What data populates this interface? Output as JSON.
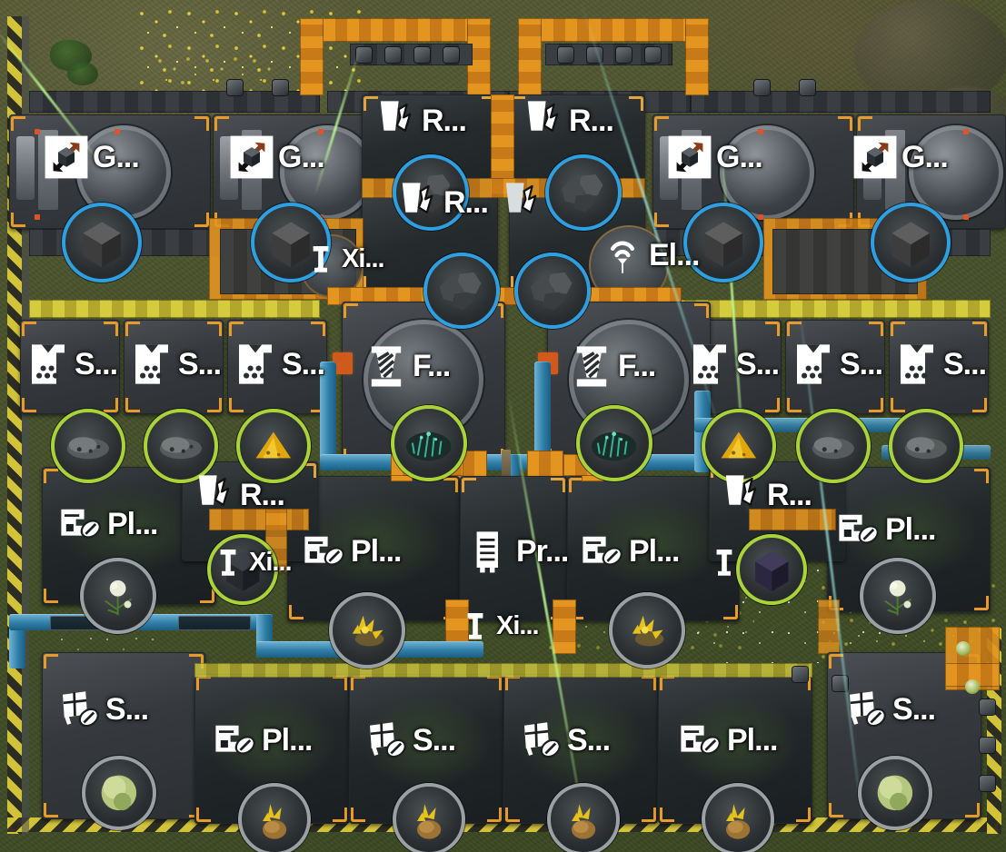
{
  "scene": {
    "title": "Factorio factory base view",
    "view_mode": "alt-mode entity info overlay",
    "surface": "grassland with yellow flowers and rocky patches"
  },
  "palette": {
    "belt_orange": "#e4951f",
    "belt_yellow": "#d4cb3d",
    "pipe_blue": "#2f7fa8",
    "laser_green": "#bcff96",
    "item_circle_blue": "#2e9fe0",
    "item_circle_lime": "#a9d338",
    "item_circle_grey": "#9aa0a4",
    "machine_accent": "#e79b2a",
    "hazard_yellow": "#d9c93a",
    "terrain_green": "#4d5530",
    "label_white": "#ffffff"
  },
  "entities": [
    {
      "id": "gun-turret-1",
      "icon": "gather-arrows-cube-icon",
      "label": "G...",
      "item": "stone-block",
      "item_ring": "blue"
    },
    {
      "id": "gun-turret-2",
      "icon": "gather-arrows-cube-icon",
      "label": "G...",
      "item": "stone-block",
      "item_ring": "blue"
    },
    {
      "id": "gun-turret-3",
      "icon": "gather-arrows-cube-icon",
      "label": "G...",
      "item": "stone-block",
      "item_ring": "blue"
    },
    {
      "id": "gun-turret-4",
      "icon": "gather-arrows-cube-icon",
      "label": "G...",
      "item": "stone-block",
      "item_ring": "blue"
    },
    {
      "id": "recycler-1",
      "icon": "inserter-hand-icon",
      "label": "R...",
      "item": "coal-chunks",
      "item_ring": "blue"
    },
    {
      "id": "recycler-2",
      "icon": "inserter-hand-icon",
      "label": "R...",
      "item": "coal-chunks",
      "item_ring": "blue"
    },
    {
      "id": "recycler-3",
      "icon": "inserter-hand-icon",
      "label": "R...",
      "item": "coal-chunks",
      "item_ring": "blue"
    },
    {
      "id": "recycler-4",
      "icon": "inserter-hand-icon",
      "label": "R...",
      "item": "coal-chunks",
      "item_ring": "blue"
    },
    {
      "id": "electric-pole",
      "icon": "radar-antenna-icon",
      "label": "El...",
      "item": null,
      "item_ring": null
    },
    {
      "id": "xi-lamp-1",
      "icon": "lamp-post-icon",
      "label": "Xi...",
      "item": null,
      "item_ring": null
    },
    {
      "id": "smelter-1",
      "icon": "furnace-ore-icon",
      "label": "S...",
      "item": "iron-ore",
      "item_ring": "lime"
    },
    {
      "id": "smelter-2",
      "icon": "furnace-ore-icon",
      "label": "S...",
      "item": "iron-ore",
      "item_ring": "lime"
    },
    {
      "id": "smelter-3",
      "icon": "furnace-ore-icon",
      "label": "S...",
      "item": "sulfur-pile",
      "item_ring": "lime"
    },
    {
      "id": "foundry-1",
      "icon": "foundry-crucible-icon",
      "label": "F...",
      "item": "green-crystal",
      "item_ring": "lime"
    },
    {
      "id": "foundry-2",
      "icon": "foundry-crucible-icon",
      "label": "F...",
      "item": "green-crystal",
      "item_ring": "lime"
    },
    {
      "id": "smelter-4",
      "icon": "furnace-ore-icon",
      "label": "S...",
      "item": "sulfur-pile",
      "item_ring": "lime"
    },
    {
      "id": "smelter-5",
      "icon": "furnace-ore-icon",
      "label": "S...",
      "item": "iron-ore",
      "item_ring": "lime"
    },
    {
      "id": "smelter-6",
      "icon": "furnace-ore-icon",
      "label": "S...",
      "item": "iron-ore",
      "item_ring": "lime"
    },
    {
      "id": "planter-1",
      "icon": "agri-tower-leaf-icon",
      "label": "Pl...",
      "item": "white-flower",
      "item_ring": "grey"
    },
    {
      "id": "recycler-5",
      "icon": "inserter-hand-icon",
      "label": "R...",
      "item": "coal-block",
      "item_ring": "lime"
    },
    {
      "id": "xi-lamp-2",
      "icon": "lamp-post-icon",
      "label": "Xi...",
      "item": null,
      "item_ring": null
    },
    {
      "id": "planter-2",
      "icon": "agri-tower-leaf-icon",
      "label": "Pl...",
      "item": "yellow-flower",
      "item_ring": "grey"
    },
    {
      "id": "processor-1",
      "icon": "accumulator-battery-icon",
      "label": "Pr...",
      "item": null,
      "item_ring": null
    },
    {
      "id": "planter-3",
      "icon": "agri-tower-leaf-icon",
      "label": "Pl...",
      "item": "yellow-flower",
      "item_ring": "grey"
    },
    {
      "id": "xi-lamp-3",
      "icon": "lamp-post-icon",
      "label": "Xi...",
      "item": null,
      "item_ring": null
    },
    {
      "id": "recycler-6",
      "icon": "inserter-hand-icon",
      "label": "R...",
      "item": "coal-block",
      "item_ring": "lime"
    },
    {
      "id": "planter-4",
      "icon": "agri-tower-leaf-icon",
      "label": "Pl...",
      "item": "white-flower",
      "item_ring": "grey"
    },
    {
      "id": "seeder-1",
      "icon": "seed-leaf-icon",
      "label": "S...",
      "item": "green-egg",
      "item_ring": "grey"
    },
    {
      "id": "planter-5",
      "icon": "agri-tower-leaf-icon",
      "label": "Pl...",
      "item": "yellow-jellynut",
      "item_ring": "grey"
    },
    {
      "id": "seeder-2",
      "icon": "seed-leaf-icon",
      "label": "S...",
      "item": "yellow-jellynut",
      "item_ring": "grey"
    },
    {
      "id": "seeder-3",
      "icon": "seed-leaf-icon",
      "label": "S...",
      "item": "yellow-jellynut",
      "item_ring": "grey"
    },
    {
      "id": "planter-6",
      "icon": "agri-tower-leaf-icon",
      "label": "Pl...",
      "item": "yellow-jellynut",
      "item_ring": "grey"
    },
    {
      "id": "seeder-4",
      "icon": "seed-leaf-icon",
      "label": "S...",
      "item": "green-egg",
      "item_ring": "grey"
    }
  ],
  "labels": {
    "gun_turret": "G...",
    "recycler": "R...",
    "electric_pole": "El...",
    "lamp": "Xi...",
    "smelter": "S...",
    "foundry": "F...",
    "planter": "Pl...",
    "processor": "Pr...",
    "seeder": "S..."
  }
}
